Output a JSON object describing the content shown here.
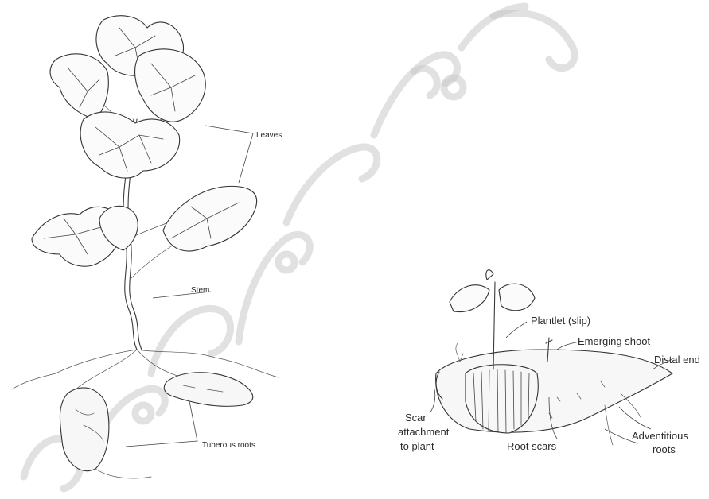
{
  "left_diagram": {
    "labels": {
      "leaves": "Leaves",
      "stem": "Stem",
      "tuberous_roots": "Tuberous roots"
    }
  },
  "right_diagram": {
    "labels": {
      "plantlet": "Plantlet (slip)",
      "emerging_shoot": "Emerging shoot",
      "distal_end": "Distal end",
      "scar_line1": "Scar",
      "scar_line2": "attachment",
      "scar_line3": "to plant",
      "root_scars": "Root scars",
      "adventitious_line1": "Adventitious",
      "adventitious_line2": "roots"
    }
  }
}
